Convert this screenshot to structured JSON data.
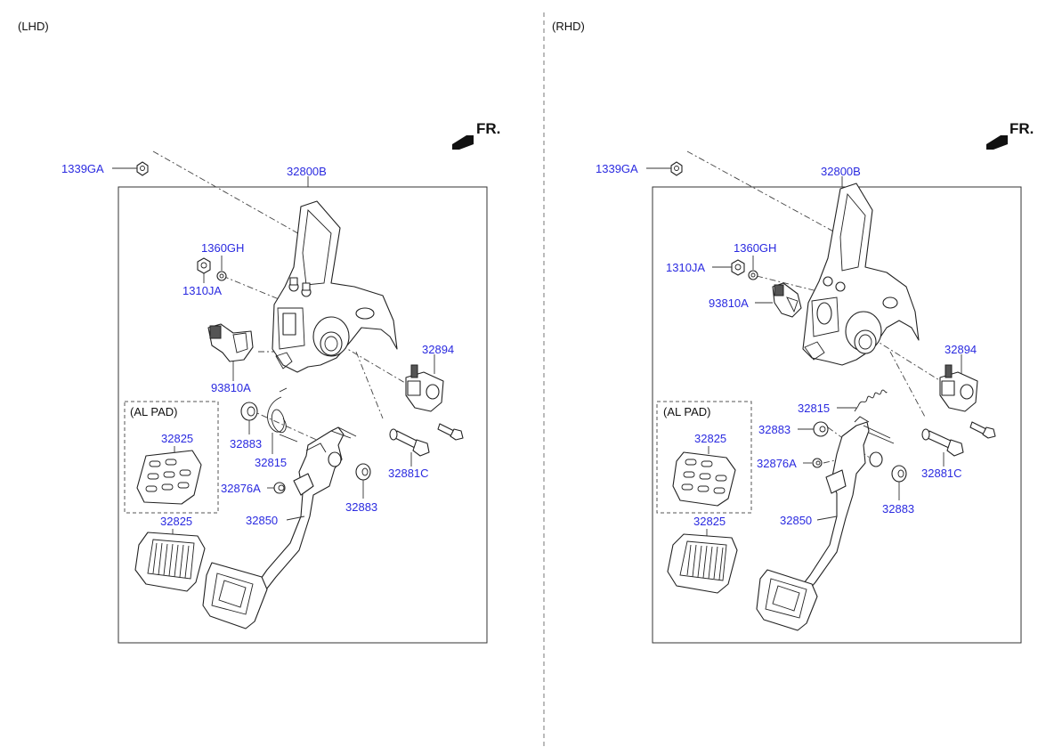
{
  "left": {
    "header": "(LHD)",
    "front_mark": "FR.",
    "al_pad": "(AL PAD)",
    "labels": {
      "nut_1339GA": "1339GA",
      "bracket": "32800B",
      "washer": "1360GH",
      "nut_1310JA": "1310JA",
      "switch": "93810A",
      "sensor": "32894",
      "pad_al": "32825",
      "pad": "32825",
      "bush_a": "32883",
      "spring": "32815",
      "stopper": "32876A",
      "arm": "32850",
      "bolt": "32881C",
      "bush_b": "32883"
    }
  },
  "right": {
    "header": "(RHD)",
    "front_mark": "FR.",
    "al_pad": "(AL PAD)",
    "labels": {
      "nut_1339GA": "1339GA",
      "bracket": "32800B",
      "washer": "1360GH",
      "nut_1310JA": "1310JA",
      "switch": "93810A",
      "sensor": "32894",
      "spring": "32815",
      "bush_a": "32883",
      "stopper": "32876A",
      "pad_al": "32825",
      "bolt": "32881C",
      "arm": "32850",
      "bush_b": "32883",
      "pad": "32825"
    }
  }
}
